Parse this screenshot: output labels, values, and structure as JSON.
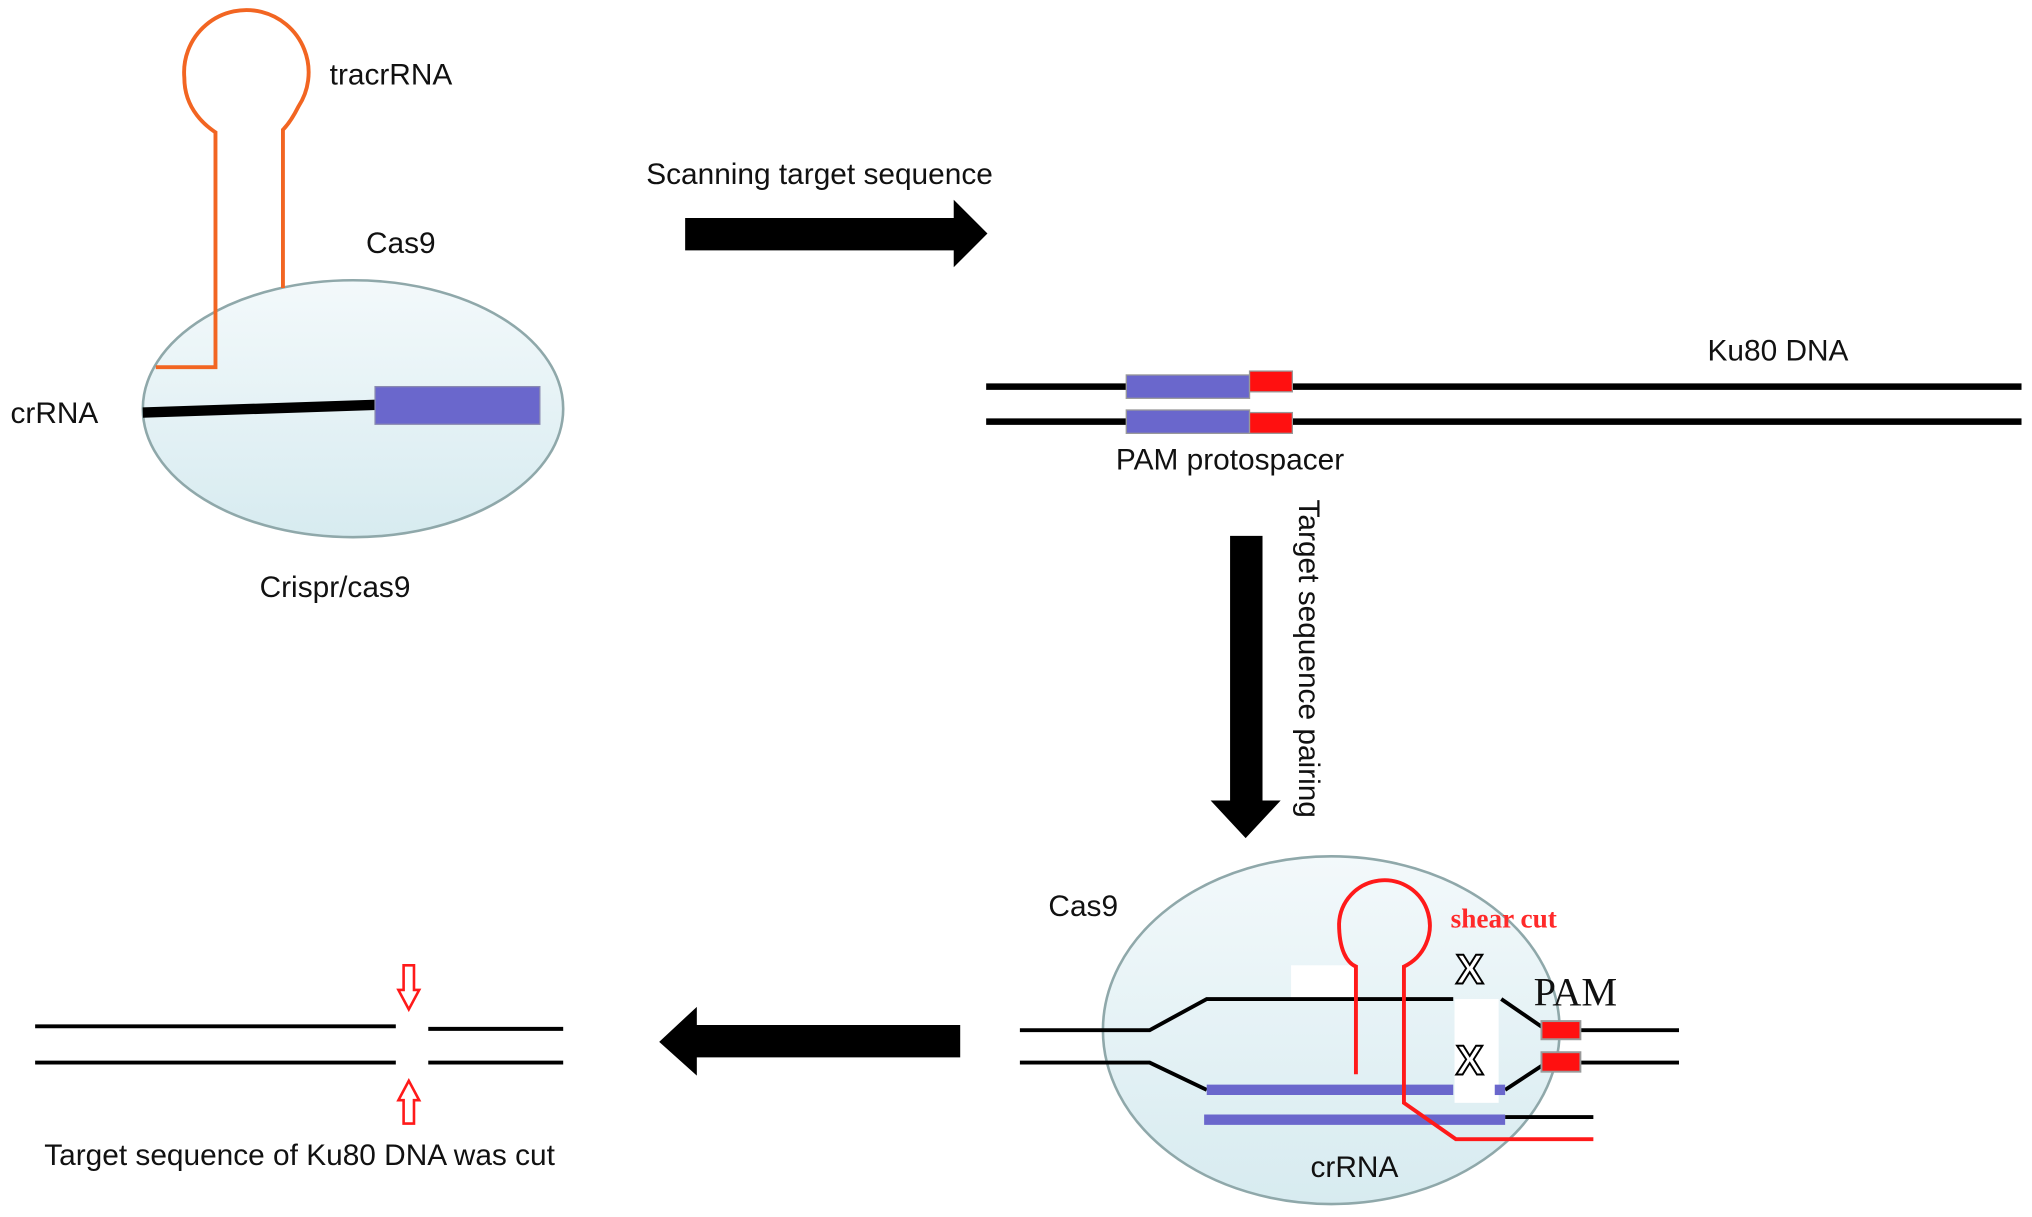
{
  "diagram": {
    "type": "process-flow",
    "colors": {
      "cas9_fill": "#e2f0f4",
      "cas9_stroke": "#8fa8aa",
      "tracrrna_top": "#f26522",
      "tracrrna_bound": "#ff1a1a",
      "protospacer": "#6a67cc",
      "pam": "#ff1010",
      "dna": "#000000",
      "cut_arrow": "#ff1a1a"
    },
    "panel1": {
      "tracrrna_label": "tracrRNA",
      "cas9_label": "Cas9",
      "crrna_label": "crRNA",
      "complex_label": "Crispr/cas9"
    },
    "step1": {
      "arrow_direction": "right",
      "label": "Scanning target sequence"
    },
    "panel2": {
      "dna_label": "Ku80 DNA",
      "region_label": "PAM protospacer"
    },
    "step2": {
      "arrow_direction": "down",
      "label": "Target sequence pairing"
    },
    "panel3": {
      "cas9_label": "Cas9",
      "cut_label": "shear cut",
      "pam_label": "PAM",
      "crrna_label": "crRNA",
      "cut_mark": "X"
    },
    "step3": {
      "arrow_direction": "left"
    },
    "panel4": {
      "result_label": "Target sequence of Ku80 DNA was cut"
    }
  }
}
